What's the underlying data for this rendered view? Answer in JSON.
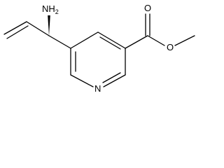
{
  "molecule": {
    "atoms": {
      "amine": {
        "symbol": "N",
        "hydrogens": "H",
        "h_count": "2"
      },
      "carbonyl_oxygen": {
        "symbol": "O"
      },
      "ester_oxygen": {
        "symbol": "O"
      },
      "ring_nitrogen": {
        "symbol": "N"
      }
    },
    "bond_color": "#000000",
    "background": "#ffffff"
  }
}
